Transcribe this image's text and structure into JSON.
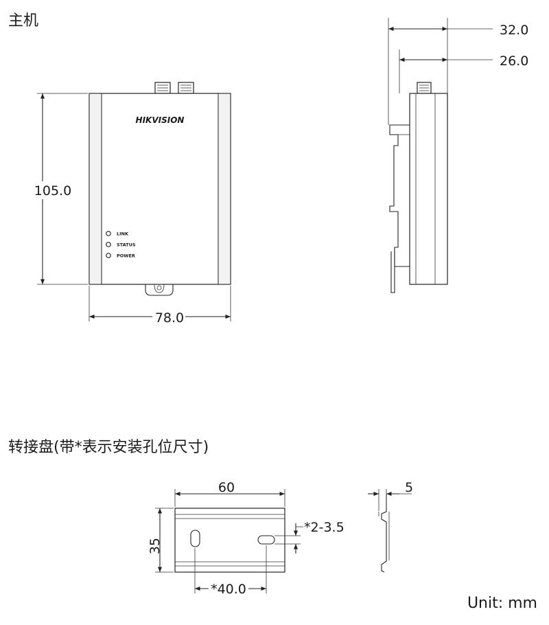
{
  "section_host": {
    "title": "主机"
  },
  "section_bracket": {
    "title": "转接盘(带*表示安装孔位尺寸)"
  },
  "host_front": {
    "brand": "HIKVISION",
    "leds": [
      "LINK",
      "STATUS",
      "POWER"
    ],
    "height_dim": "105.0",
    "width_dim": "78.0"
  },
  "host_side": {
    "overall_depth_dim": "32.0",
    "body_depth_dim": "26.0"
  },
  "bracket": {
    "width_dim": "60",
    "height_dim": "35",
    "hole_spacing_dim": "*40.0",
    "hole_size_dim": "*2-3.5",
    "profile_dim": "5"
  },
  "unit_label": "Unit: mm"
}
